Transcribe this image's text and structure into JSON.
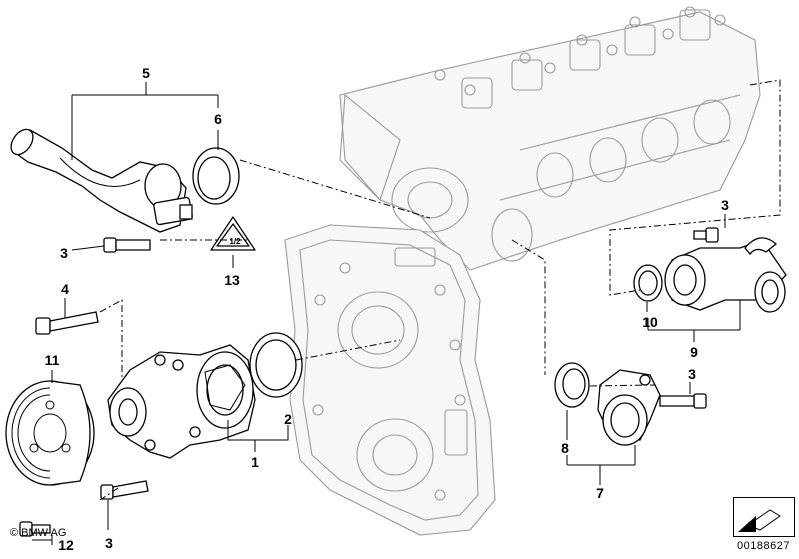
{
  "labels": {
    "p1": "1",
    "p2": "2",
    "p3a": "3",
    "p3b": "3",
    "p3c": "3",
    "p3d": "3",
    "p4": "4",
    "p5": "5",
    "p6": "6",
    "p7": "7",
    "p8": "8",
    "p9": "9",
    "p10": "10",
    "p11": "11",
    "p12": "12",
    "p13": "13"
  },
  "warning_sign_text": "1/2",
  "copyright": "© BMW AG",
  "reference_number": "00188627",
  "colors": {
    "line": "#000000",
    "ghost": "#9a9a9a",
    "background": "#ffffff"
  }
}
